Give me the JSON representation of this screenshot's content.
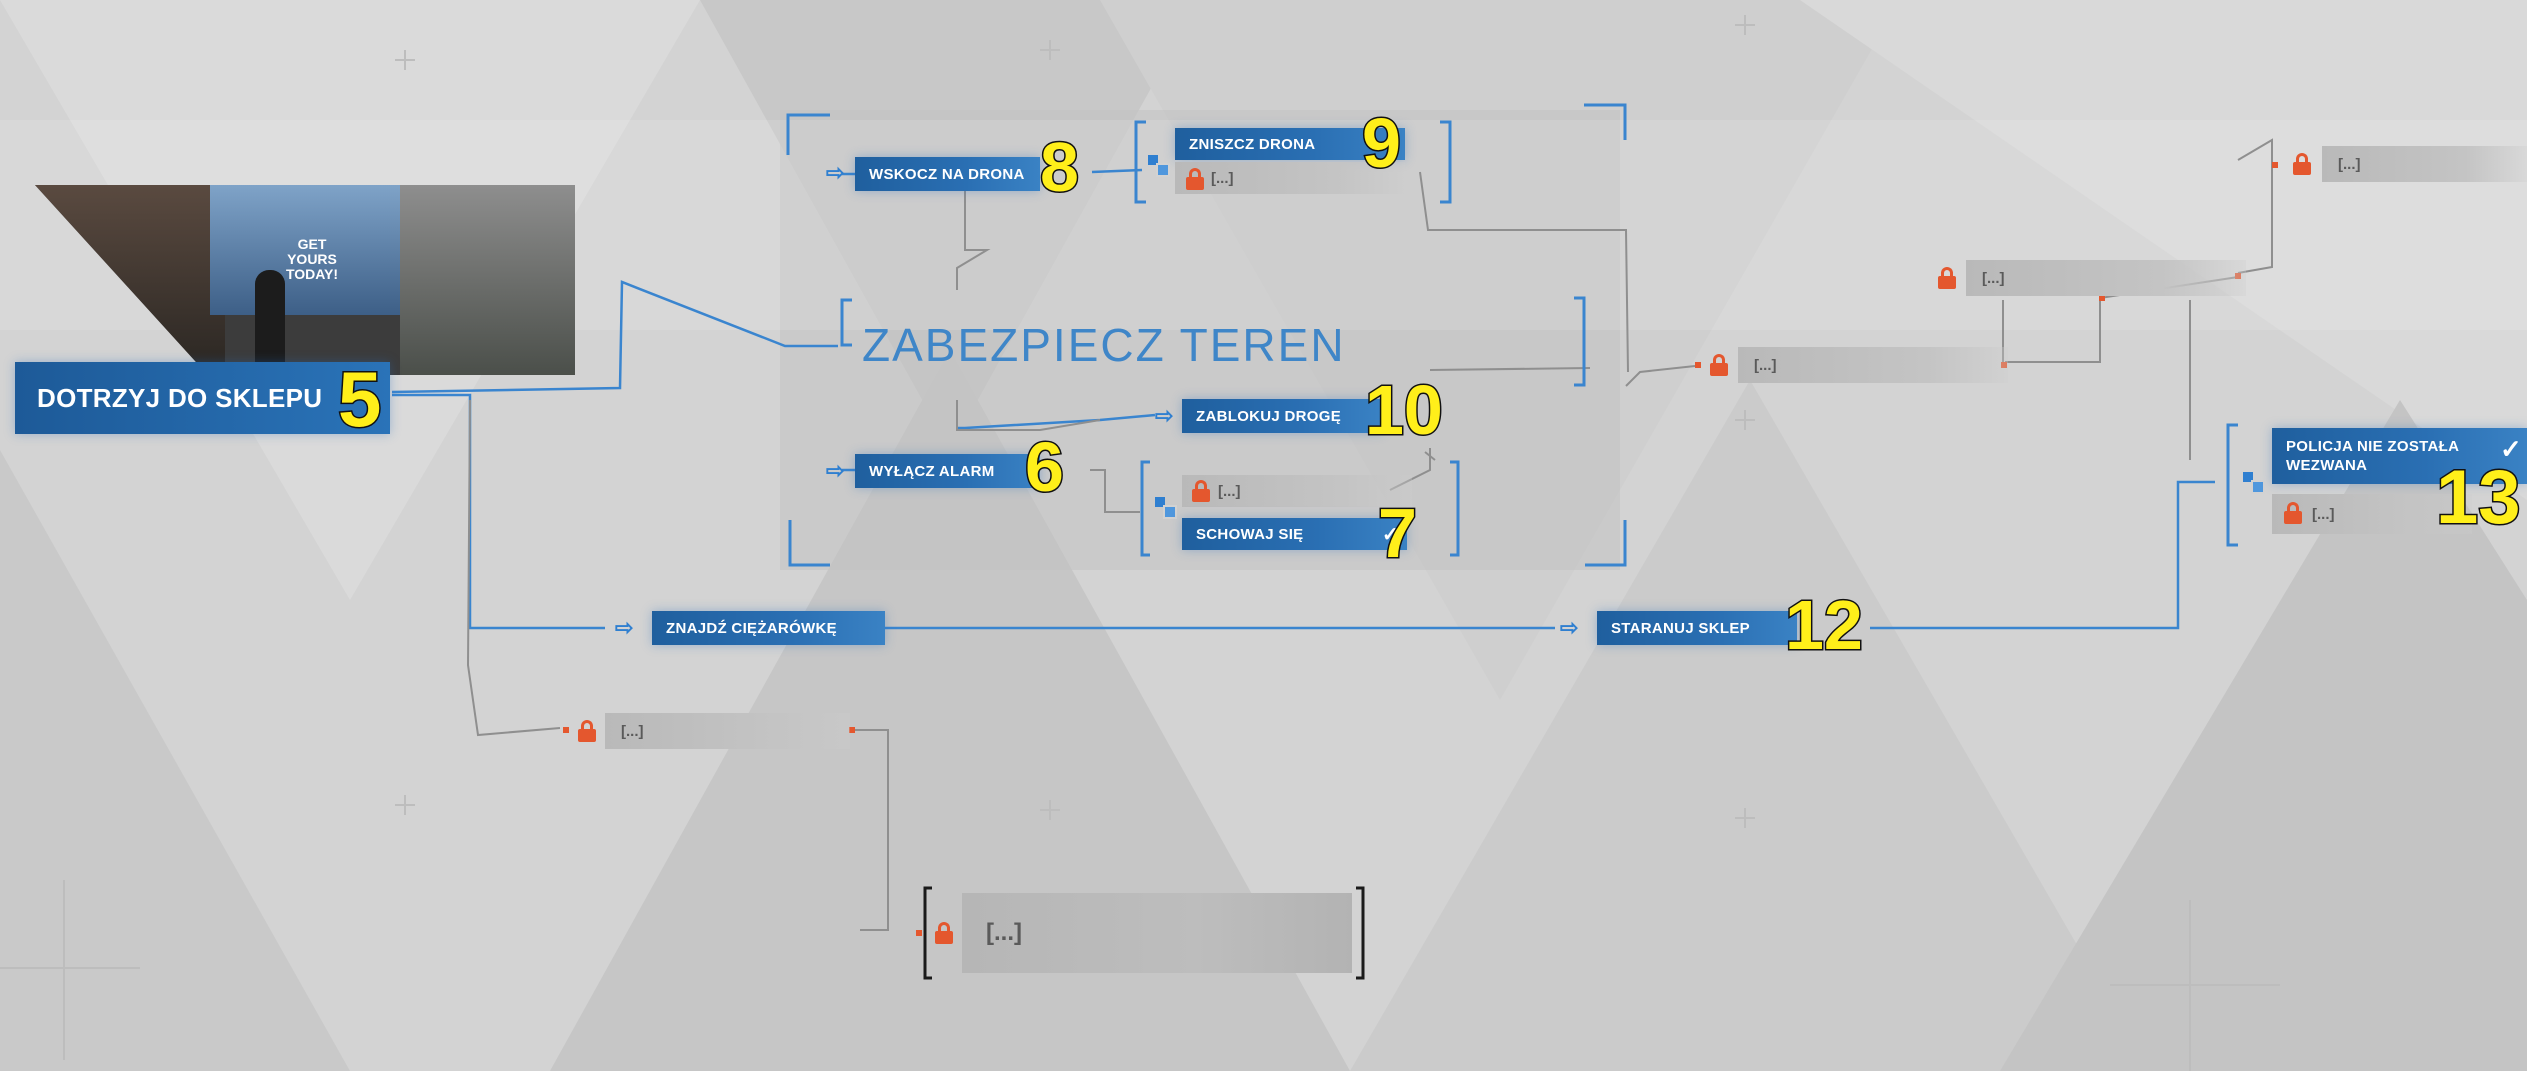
{
  "colors": {
    "accent_blue": "#2a6fb3",
    "lock_orange": "#e4572e",
    "number_yellow": "#ffef1a",
    "background": "#d2d2d2"
  },
  "icons": {
    "arrow": "arrow-right-icon",
    "lock": "lock-icon",
    "split": "split-icon",
    "check": "check-icon"
  },
  "section_title": "ZABEZPIECZ TEREN",
  "thumbnail": {
    "poster_text": "GET YOURS TODAY!"
  },
  "nodes": {
    "start": {
      "label": "DOTRZYJ DO SKLEPU",
      "number": "5"
    },
    "jump_drone": {
      "label": "WSKOCZ NA DRONA",
      "number": "8"
    },
    "destroy_drone": {
      "label": "ZNISZCZ DRONA",
      "number": "9",
      "locked_label": "[...]"
    },
    "block_road": {
      "label": "ZABLOKUJ DROGĘ",
      "number": "10"
    },
    "disable_alarm": {
      "label": "WYŁĄCZ ALARM",
      "number": "6"
    },
    "hide": {
      "label": "SCHOWAJ SIĘ",
      "number": "7",
      "locked_label": "[...]"
    },
    "find_truck": {
      "label": "ZNAJDŹ CIĘŻARÓWKĘ"
    },
    "ram_shop": {
      "label": "STARANUJ SKLEP",
      "number": "12"
    },
    "police": {
      "label_line1": "POLICJA NIE ZOSTAŁA",
      "label_line2": "WEZWANA",
      "number": "13",
      "locked_label": "[...]"
    }
  },
  "locked_nodes": {
    "mid_right": "[...]",
    "upper_right": "[...]",
    "top_right": "[...]",
    "lower_left": "[...]",
    "bottom": "[...]"
  }
}
